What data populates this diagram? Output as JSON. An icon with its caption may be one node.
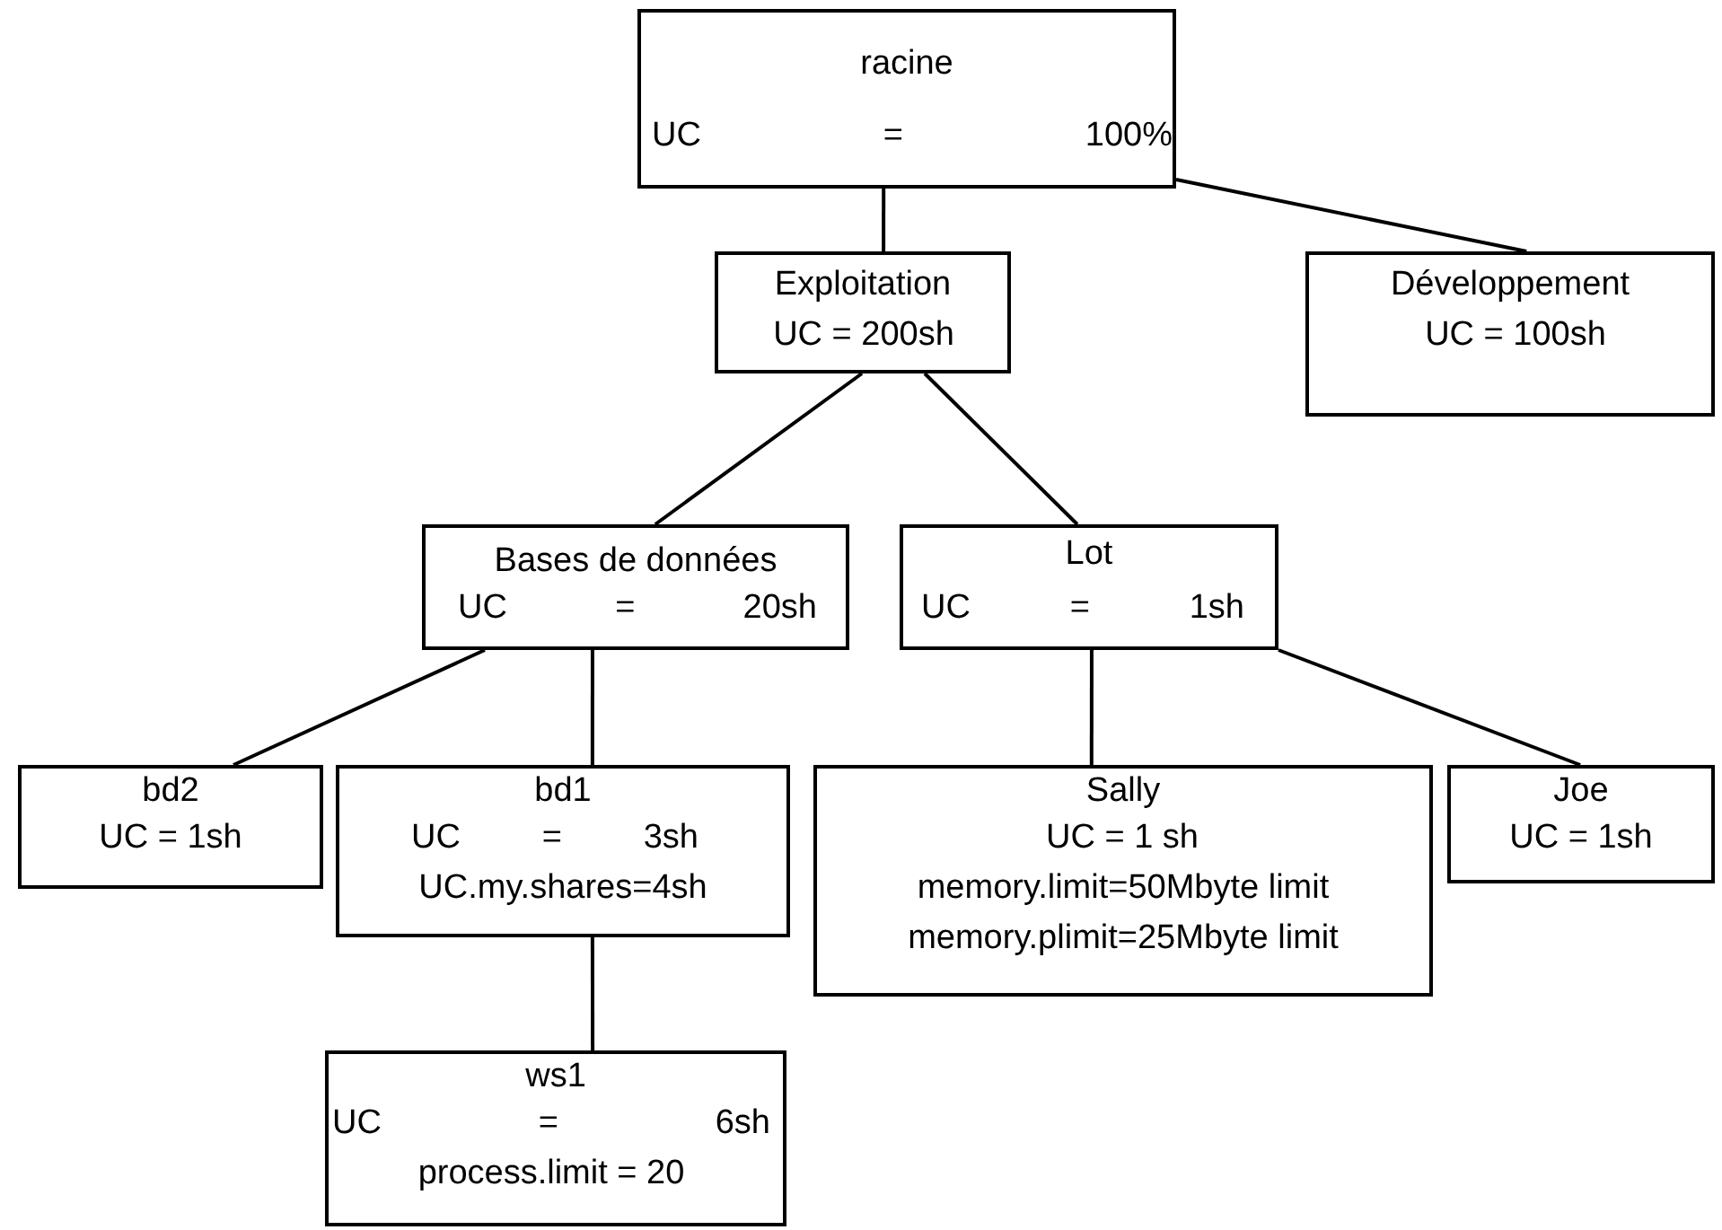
{
  "diagram": {
    "nodes": [
      {
        "text": [
          "racine",
          "UC = 100%"
        ]
      },
      {
        "text": [
          "Exploitation",
          "UC = 200sh"
        ]
      },
      {
        "text": [
          "Développement",
          "UC = 100sh"
        ]
      },
      {
        "text": [
          "Bases de données",
          "UC = 20sh"
        ]
      },
      {
        "text": [
          "Lot",
          "UC = 1sh"
        ]
      },
      {
        "text": [
          "bd2",
          "UC = 1sh"
        ]
      },
      {
        "text": [
          "bd1",
          "UC = 3sh",
          "UC.my.shares=4sh"
        ]
      },
      {
        "text": [
          "Sally",
          "UC = 1 sh",
          "memory.limit=50Mbyte limit",
          "memory.plimit=25Mbyte limit"
        ]
      },
      {
        "text": [
          "Joe",
          "UC = 1sh"
        ]
      },
      {
        "text": [
          "ws1",
          "UC = 6sh",
          "process.limit = 20"
        ]
      }
    ],
    "edges": [
      {
        "from": 0,
        "to": 1,
        "arrow": "none"
      },
      {
        "from": 0,
        "to": 2,
        "arrow": "none"
      },
      {
        "from": 1,
        "to": 3,
        "arrow": "none"
      },
      {
        "from": 1,
        "to": 4,
        "arrow": "none"
      },
      {
        "from": 3,
        "to": 5,
        "arrow": "none"
      },
      {
        "from": 3,
        "to": 6,
        "arrow": "none"
      },
      {
        "from": 4,
        "to": 7,
        "arrow": "none"
      },
      {
        "from": 4,
        "to": 8,
        "arrow": "none"
      },
      {
        "from": 6,
        "to": 9,
        "arrow": "none"
      }
    ]
  }
}
